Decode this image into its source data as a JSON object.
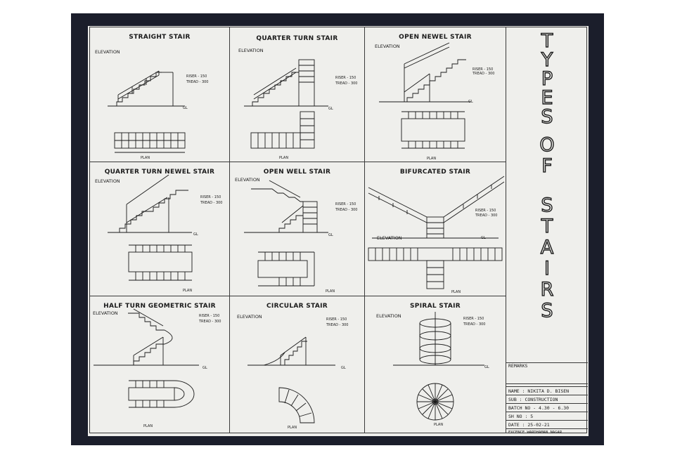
{
  "sheet": {
    "title_letters": [
      "T",
      "Y",
      "P",
      "E",
      "S",
      " ",
      "O",
      "F",
      " ",
      "S",
      "T",
      "A",
      "I",
      "R",
      "S"
    ]
  },
  "panels": [
    {
      "title": "STRAIGHT STAIR",
      "elevation": "ELEVATION",
      "riser": "RISER - 150",
      "tread": "TREAD - 300",
      "gl": "GL",
      "plan": "PLAN"
    },
    {
      "title": "QUARTER TURN STAIR",
      "elevation": "ELEVATION",
      "riser": "RISER - 150",
      "tread": "TREAD - 300",
      "gl": "GL",
      "plan": "PLAN"
    },
    {
      "title": "OPEN NEWEL STAIR",
      "elevation": "ELEVATION",
      "riser": "RISER - 150",
      "tread": "TREAD - 300",
      "gl": "GL",
      "plan": "PLAN"
    },
    {
      "title": "QUARTER TURN NEWEL STAIR",
      "elevation": "ELEVATION",
      "riser": "RISER - 150",
      "tread": "TREAD - 300",
      "gl": "GL",
      "plan": "PLAN"
    },
    {
      "title": "OPEN WELL STAIR",
      "elevation": "ELEVATION",
      "riser": "RISER - 150",
      "tread": "TREAD - 300",
      "gl": "GL",
      "plan": "PLAN"
    },
    {
      "title": "BIFURCATED STAIR",
      "elevation": "ELEVATION",
      "riser": "RISER - 150",
      "tread": "TREAD - 300",
      "gl": "GL",
      "plan": "PLAN"
    },
    {
      "title": "HALF TURN GEOMETRIC STAIR",
      "elevation": "ELEVATION",
      "riser": "RISER - 150",
      "tread": "TREAD - 300",
      "gl": "GL",
      "plan": "PLAN"
    },
    {
      "title": "CIRCULAR STAIR",
      "elevation": "ELEVATION",
      "riser": "RISER - 150",
      "tread": "TREAD - 300",
      "gl": "GL",
      "plan": "PLAN"
    },
    {
      "title": "SPIRAL STAIR",
      "elevation": "ELEVATION",
      "riser": "RISER - 150",
      "tread": "TREAD - 300",
      "gl": "GL",
      "plan": "PLAN"
    }
  ],
  "title_block": {
    "remarks": "REMARKS",
    "name": "NAME : NIKITA D. BISEN",
    "sub": "SUB : CONSTRUCTION",
    "batch": "BATCH NO - 4.30 - 6.30",
    "sh_no": "SH NO : 5",
    "date": "DATE : 25-02-21",
    "school": "EXCENCE WARDHAMAN NAGAR"
  }
}
